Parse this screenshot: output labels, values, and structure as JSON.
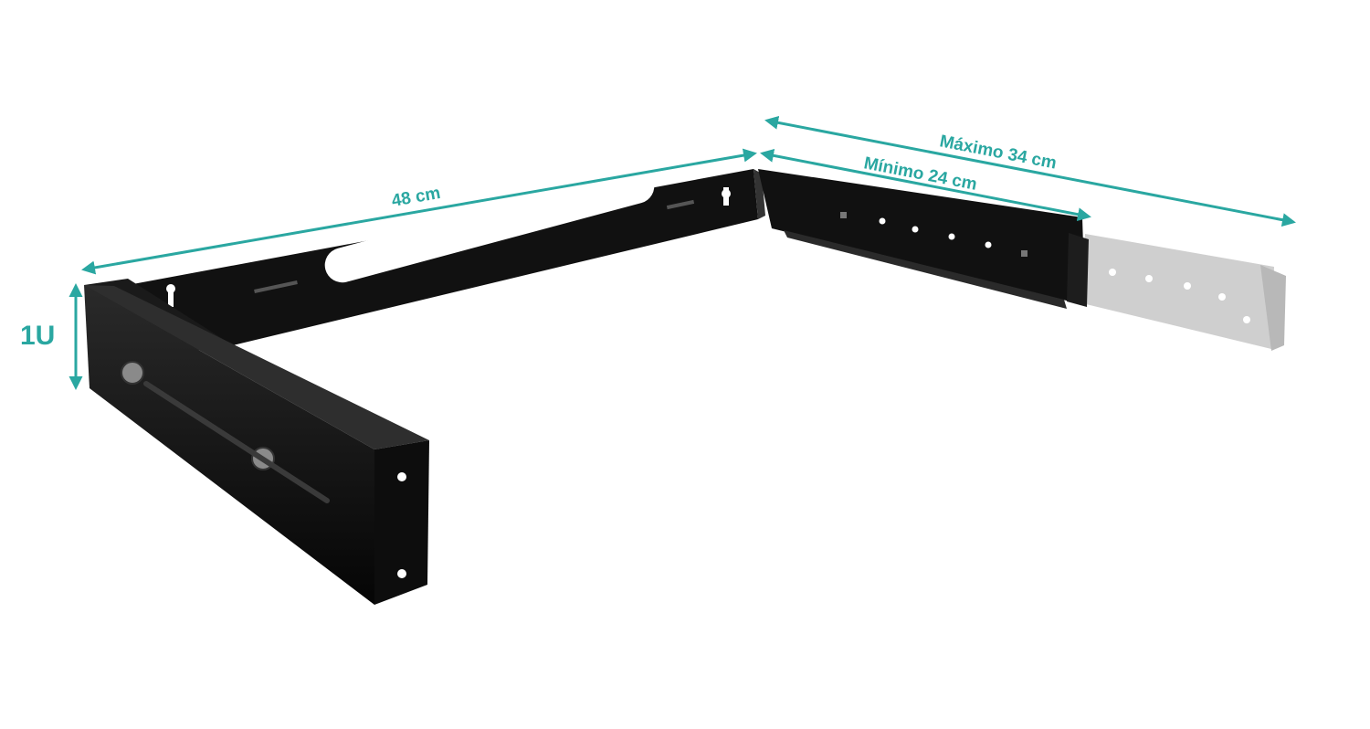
{
  "dimensions": {
    "width_label": "48 cm",
    "min_label": "Mínimo 24 cm",
    "max_label": "Máximo 34 cm",
    "height_label": "1U"
  },
  "colors": {
    "accent": "#2aa7a1",
    "bracket": "#121212",
    "extension": "#c9c9c9"
  }
}
